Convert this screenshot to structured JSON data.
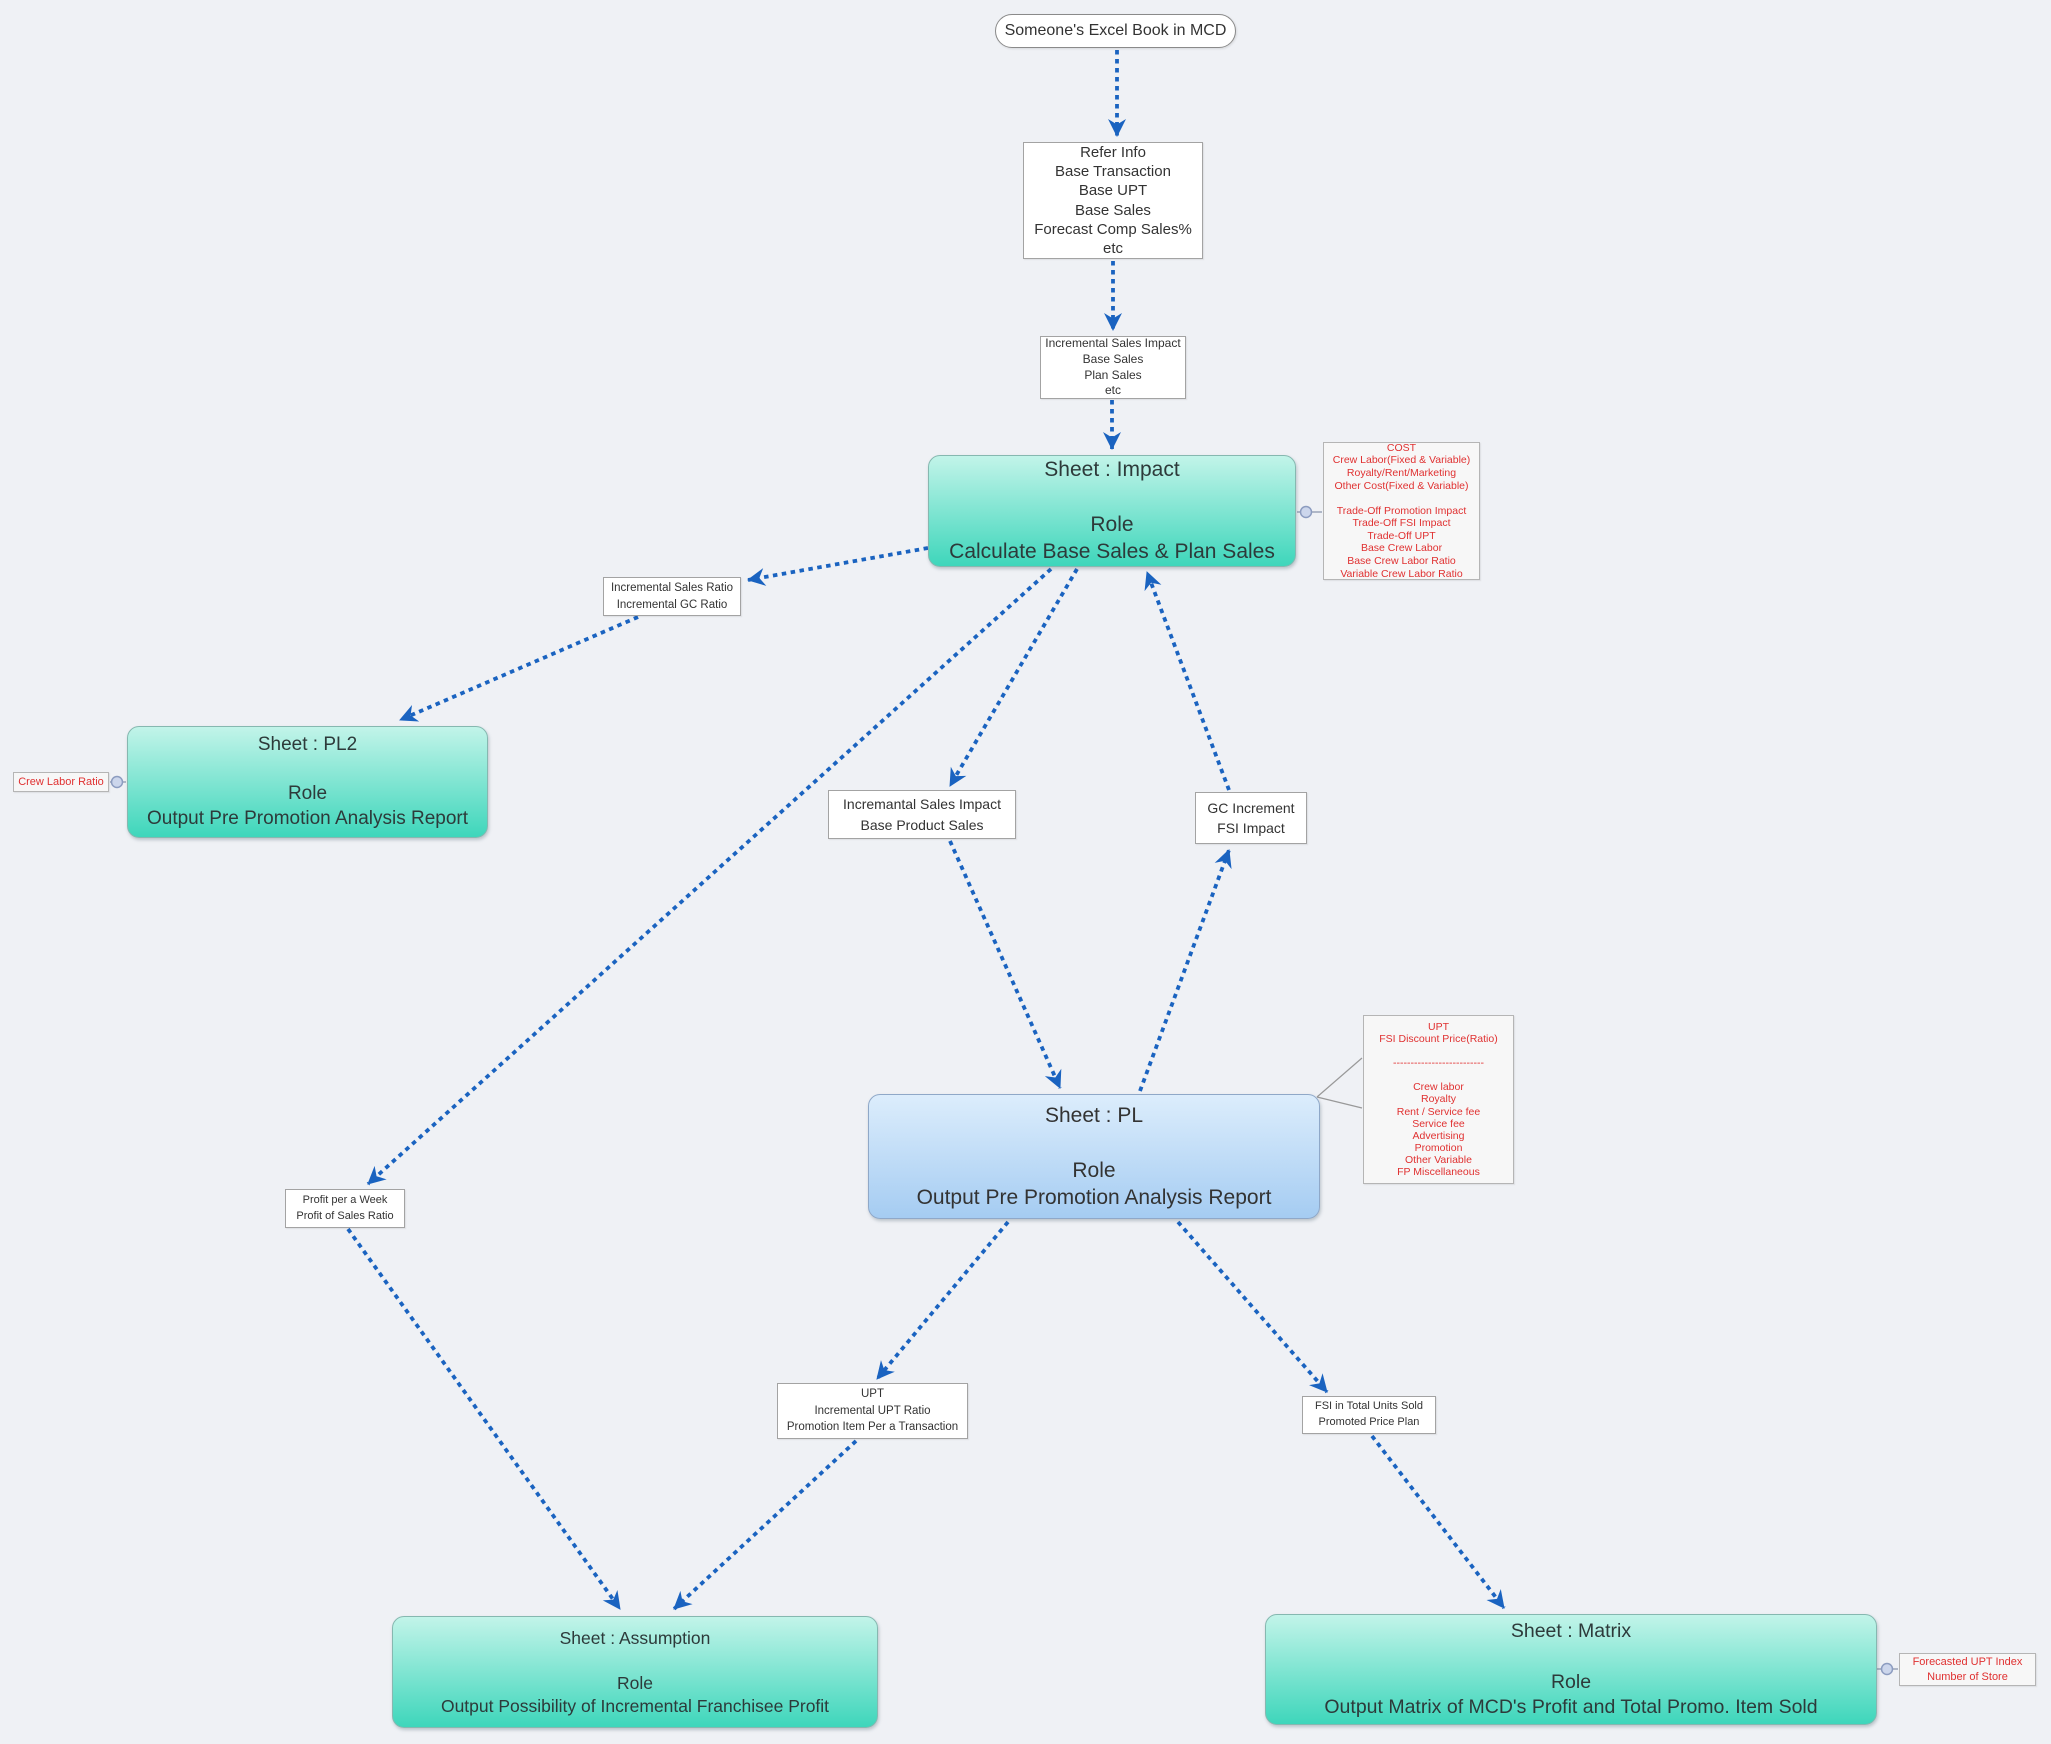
{
  "diagram_title": "Excel workbook sheet relationship flowchart",
  "colors": {
    "background": "#eff1f5",
    "flow_line": "#1a63c0",
    "teal_node_top": "#c2f4e9",
    "teal_node_bottom": "#3ed6bb",
    "blue_node_top": "#dcedfc",
    "blue_node_bottom": "#a5ccf2",
    "note_text_red": "#e03131",
    "box_border": "#a3a3a3",
    "text": "#333333"
  },
  "nodes": {
    "excel_book": {
      "text": "Someone's Excel Book in MCD"
    },
    "refer_info": {
      "text": "Refer Info\nBase Transaction\nBase UPT\nBase Sales\nForecast Comp Sales%\netc"
    },
    "sales_io": {
      "text": "Incremental Sales Impact\nBase Sales\nPlan Sales\netc"
    },
    "sheet_impact": {
      "text": "Sheet : Impact\n\nRole\nCalculate Base Sales & Plan Sales"
    },
    "cost_note": {
      "text": "COST\nCrew Labor(Fixed & Variable)\nRoyalty/Rent/Marketing\nOther Cost(Fixed & Variable)\n\nTrade-Off Promotion Impact\nTrade-Off FSI Impact\nTrade-Off UPT\nBase Crew Labor\nBase Crew Labor Ratio\nVariable Crew Labor Ratio"
    },
    "inc_sales_ratio": {
      "text": "Incremental Sales Ratio\nIncremental GC Ratio"
    },
    "sheet_pl2": {
      "text": "Sheet : PL2\n\nRole\nOutput Pre Promotion Analysis Report"
    },
    "crew_labor_ratio": {
      "text": "Crew Labor Ratio"
    },
    "incremantal_sales": {
      "text": "Incremantal Sales Impact\nBase Product Sales"
    },
    "gc_increment": {
      "text": "GC Increment\nFSI Impact"
    },
    "sheet_pl": {
      "text": "Sheet : PL\n\nRole\nOutput Pre Promotion Analysis Report"
    },
    "upt_note": {
      "text": "UPT\nFSI Discount Price(Ratio)\n\n--------------------------\n\nCrew labor\nRoyalty\nRent / Service fee\nService fee\nAdvertising\nPromotion\nOther Variable\nFP Miscellaneous"
    },
    "profit_week": {
      "text": "Profit per a Week\nProfit of Sales Ratio"
    },
    "upt_label": {
      "text": "UPT\nIncremental UPT Ratio\nPromotion Item Per a Transaction"
    },
    "fsi_label": {
      "text": "FSI in Total Units Sold\nPromoted Price Plan"
    },
    "sheet_assumption": {
      "text": "Sheet : Assumption\n\nRole\nOutput Possibility of Incremental Franchisee Profit"
    },
    "sheet_matrix": {
      "text": "Sheet : Matrix\n\nRole\nOutput Matrix of MCD's Profit and Total Promo. Item Sold"
    },
    "forecasted_upt": {
      "text": "Forecasted UPT Index\nNumber of Store"
    }
  }
}
